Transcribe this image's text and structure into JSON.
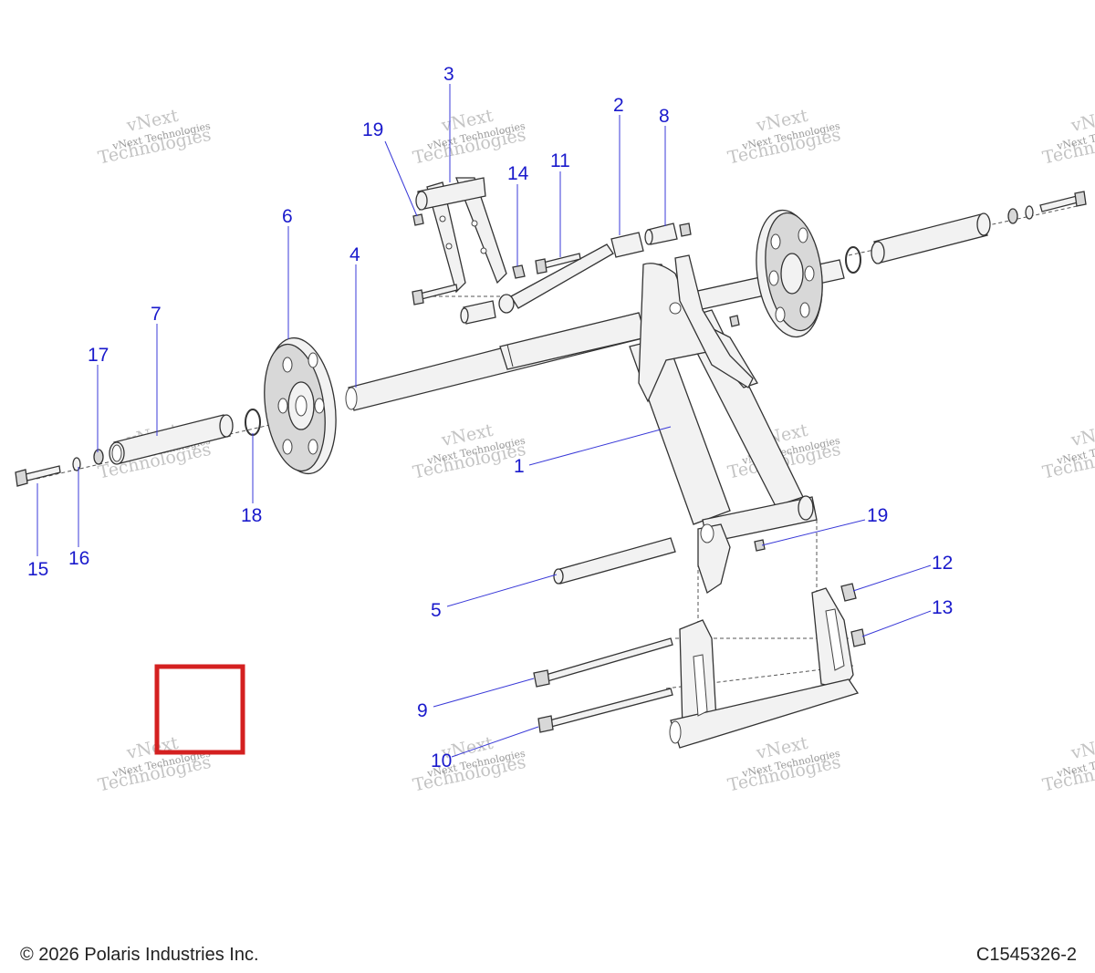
{
  "diagram": {
    "callouts": [
      "1",
      "2",
      "3",
      "4",
      "5",
      "6",
      "7",
      "8",
      "9",
      "10",
      "11",
      "12",
      "13",
      "14",
      "15",
      "16",
      "17",
      "18",
      "19",
      "19"
    ],
    "watermark": {
      "line1": "vNext",
      "line2": "vNext Technologies",
      "line3": "Technologies"
    },
    "highlight_color": "#d42020",
    "callout_color": "#1a1acc"
  },
  "footer": {
    "copyright": "© 2026 Polaris Industries Inc.",
    "document_id": "C1545326-2"
  }
}
